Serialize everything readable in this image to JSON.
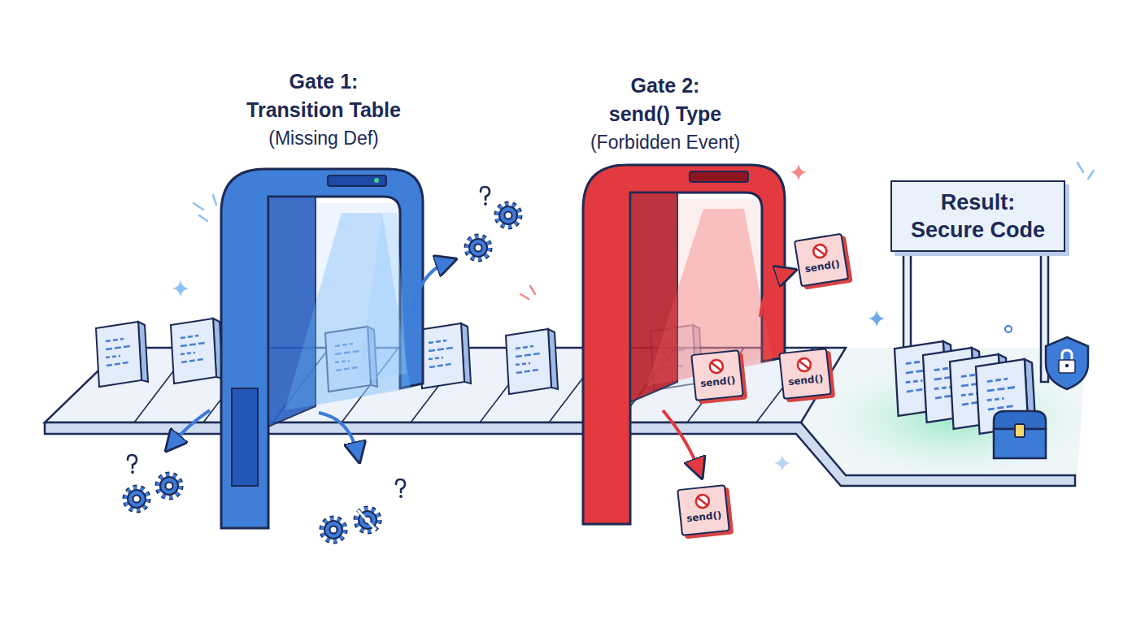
{
  "diagram": {
    "nodes": [
      {
        "text": [
          "Gate 1:",
          "Transition Table",
          "(Missing Def)"
        ]
      },
      {
        "text": [
          "Gate 2:",
          "send() Type",
          "(Forbidden Event)"
        ]
      },
      {
        "text": [
          "send()"
        ]
      },
      {
        "text": [
          "Result:",
          "Secure Code"
        ]
      },
      {
        "text": [
          "send()"
        ]
      },
      {
        "text": [
          "send()"
        ]
      },
      {
        "text": [
          "send()"
        ]
      }
    ]
  }
}
